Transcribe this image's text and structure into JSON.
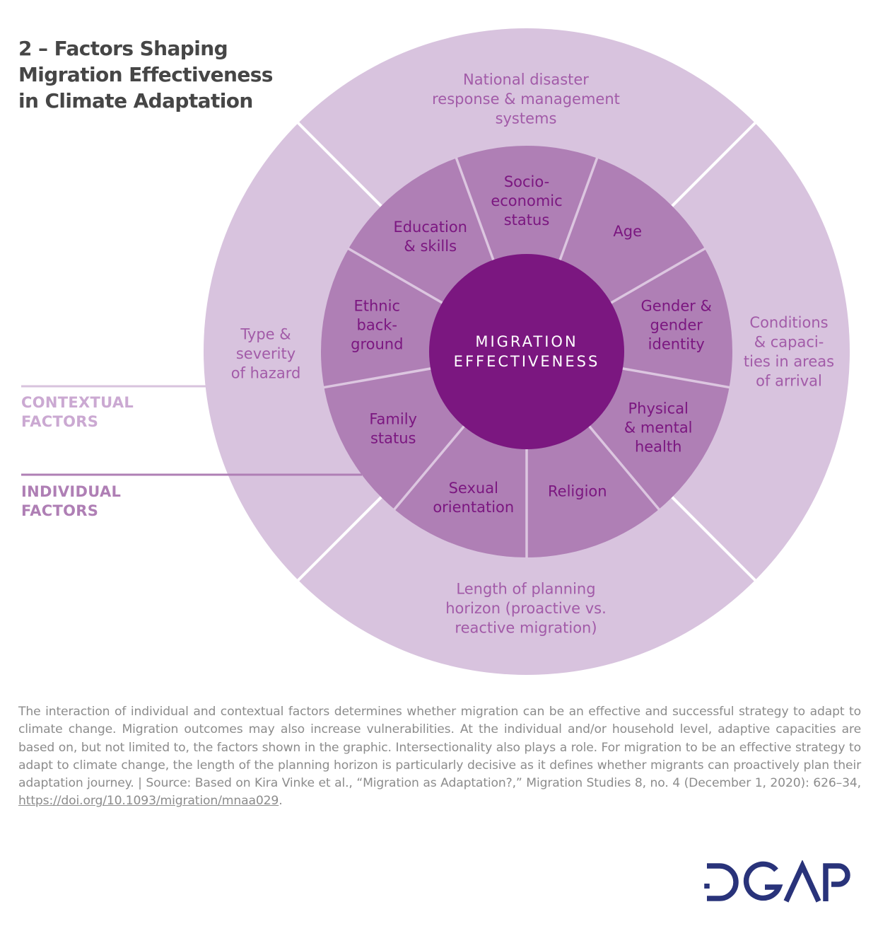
{
  "title": {
    "number": "2",
    "lines": [
      "2 – Factors Shaping",
      "Migration Effectiveness",
      "in Climate Adaptation"
    ]
  },
  "legend": {
    "contextual": [
      "CONTEXTUAL",
      "FACTORS"
    ],
    "individual": [
      "INDIVIDUAL",
      "FACTORS"
    ],
    "contextual_color": "#CBA9D2",
    "individual_color": "#AF7FB5"
  },
  "center": {
    "lines": [
      "MIGRATION",
      "EFFECTIVENESS"
    ],
    "color": "#7B1780"
  },
  "individual_factors": [
    {
      "lines": [
        "Socio-",
        "economic",
        "status"
      ]
    },
    {
      "lines": [
        "Age"
      ]
    },
    {
      "lines": [
        "Gender &",
        "gender",
        "identity"
      ]
    },
    {
      "lines": [
        "Physical",
        "& mental",
        "health"
      ]
    },
    {
      "lines": [
        "Religion"
      ]
    },
    {
      "lines": [
        "Sexual",
        "orientation"
      ]
    },
    {
      "lines": [
        "Family",
        "status"
      ]
    },
    {
      "lines": [
        "Ethnic",
        "back-",
        "ground"
      ]
    },
    {
      "lines": [
        "Education",
        "& skills"
      ]
    }
  ],
  "contextual_factors": [
    {
      "lines": [
        "National disaster",
        "response & management",
        "systems"
      ]
    },
    {
      "lines": [
        "Conditions",
        "& capaci-",
        "ties in areas",
        "of arrival"
      ]
    },
    {
      "lines": [
        "Length of planning",
        "horizon (proactive vs.",
        "reactive migration)"
      ]
    },
    {
      "lines": [
        "Type &",
        "severity",
        "of hazard"
      ]
    }
  ],
  "colors": {
    "outer_ring": "#D8C3DE",
    "middle_ring": "#AF7FB5",
    "center": "#7B1780",
    "inner_divider": "#DCC6E0",
    "outer_divider": "#FFFFFF",
    "logo": "#29337A"
  },
  "caption": {
    "text": "The interaction of individual and contextual factors determines whether migration can be an effective and successful strategy to adapt to climate change. Migration outcomes may also increase vulnerabilities. At the individual and/or household level, adaptive capacities are based on, but not limited to, the factors shown in the graphic. Intersectionality also plays a role. For migration to be an effective strategy to adapt to climate change, the length of the planning horizon is particularly decisive as it defines whether migrants can proactively plan their adaptation journey.  |  Source: Based on Kira Vinke et al., “Migration as Adaptation?,” Migration Studies 8, no. 4 (December 1, 2020): 626–34, ",
    "link": "https://doi.org/10.1093/migration/mnaa029",
    "after_link": "."
  },
  "logo": {
    "text": "DGAP"
  }
}
